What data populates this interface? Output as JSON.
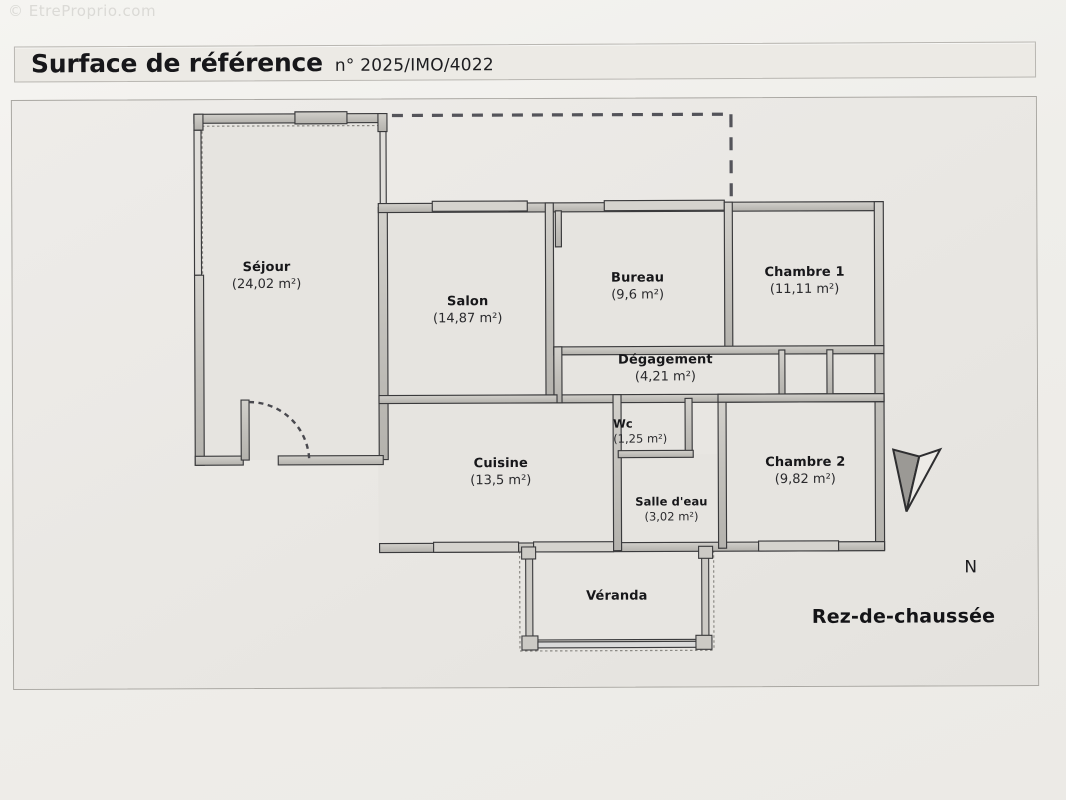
{
  "watermark": {
    "text": "© EtreProprio.com"
  },
  "title": {
    "main": "Surface de référence",
    "reference": "n° 2025/IMO/4022"
  },
  "plan": {
    "floor_caption": "Rez-de-chaussée",
    "compass": {
      "label": "N",
      "icon": "north-arrow-icon"
    },
    "rooms": [
      {
        "key": "sejour",
        "name": "Séjour",
        "area": "(24,02 m²)"
      },
      {
        "key": "salon",
        "name": "Salon",
        "area": "(14,87 m²)"
      },
      {
        "key": "bureau",
        "name": "Bureau",
        "area": "(9,6 m²)"
      },
      {
        "key": "chambre1",
        "name": "Chambre 1",
        "area": "(11,11 m²)"
      },
      {
        "key": "degagement",
        "name": "Dégagement",
        "area": "(4,21 m²)"
      },
      {
        "key": "cuisine",
        "name": "Cuisine",
        "area": "(13,5 m²)"
      },
      {
        "key": "wc",
        "name": "Wc",
        "area": "(1,25 m²)"
      },
      {
        "key": "salledeau",
        "name": "Salle d'eau",
        "area": "(3,02 m²)"
      },
      {
        "key": "chambre2",
        "name": "Chambre 2",
        "area": "(9,82 m²)"
      },
      {
        "key": "veranda",
        "name": "Véranda",
        "area": ""
      }
    ]
  },
  "colors": {
    "page_background": "#f2f1ee",
    "plan_background": "#eeece8",
    "wall_stroke": "#3d3d3f",
    "wall_fill": "#c9c7c2",
    "room_fill": "#e8e6e2",
    "text": "#17171a",
    "dashed_line": "#53535a"
  }
}
